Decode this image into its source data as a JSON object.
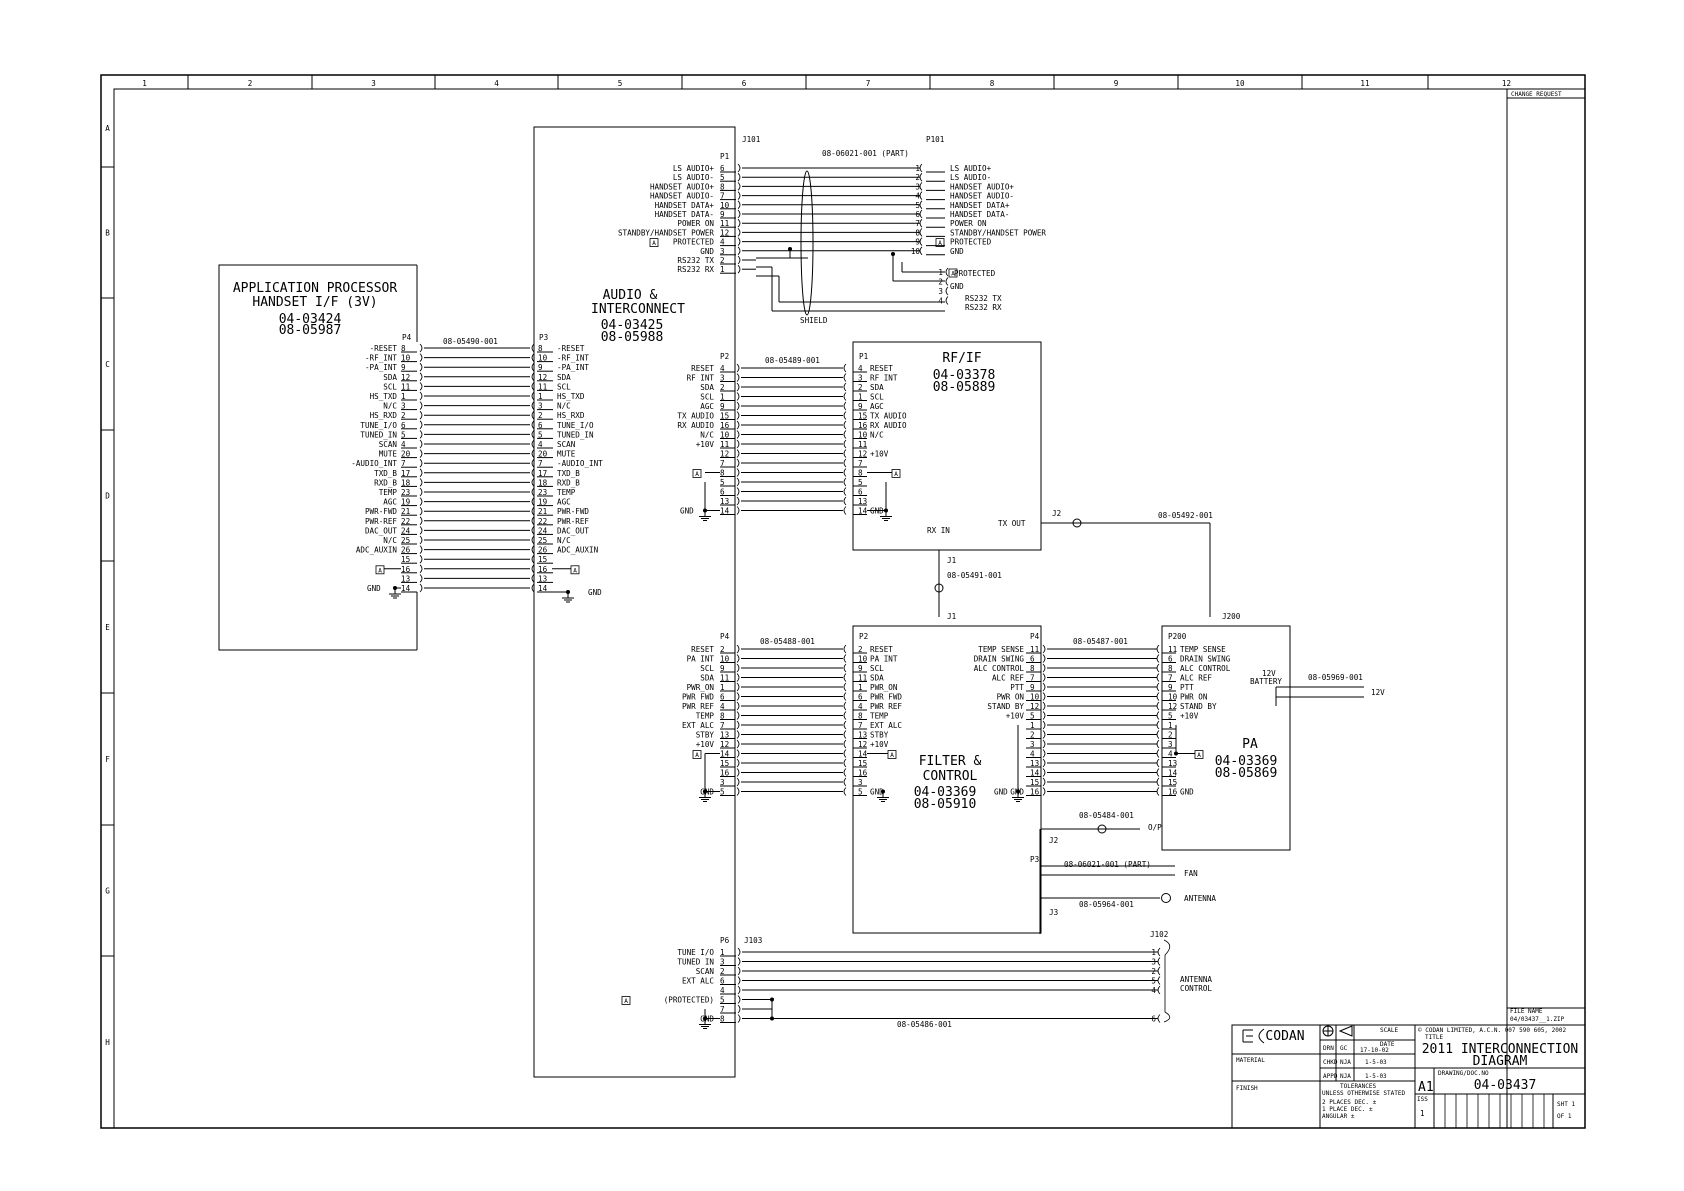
{
  "sheet": {
    "columns": [
      "1",
      "2",
      "3",
      "4",
      "5",
      "6",
      "7",
      "8",
      "9",
      "10",
      "11",
      "12"
    ],
    "rows": [
      "A",
      "B",
      "C",
      "D",
      "E",
      "F",
      "G",
      "H"
    ],
    "change_request": "CHANGE REQUEST",
    "file_name_label": "FILE NAME",
    "file_name": "04/03437__1.ZIP"
  },
  "blocks": {
    "app": {
      "line1": "APPLICATION PROCESSOR",
      "line2": "HANDSET I/F (3V)",
      "code1": "04-03424",
      "code2": "08-05987"
    },
    "audio": {
      "line1": "AUDIO &",
      "line2": "INTERCONNECT",
      "code1": "04-03425",
      "code2": "08-05988"
    },
    "rfif": {
      "line1": "RF/IF",
      "code1": "04-03378",
      "code2": "08-05889"
    },
    "filter": {
      "line1": "FILTER &",
      "line2": "CONTROL",
      "code1": "04-03369",
      "code2": "08-05910"
    },
    "pa": {
      "line1": "PA",
      "code1": "04-03369",
      "code2": "08-05869"
    }
  },
  "connectors": {
    "p4_app": "P4",
    "p3_audio": "P3",
    "p1_audio": "P1",
    "j101": "J101",
    "p101": "P101",
    "p2_audio": "P2",
    "p1_rf": "P1",
    "p4_audio": "P4",
    "p2_filter": "P2",
    "p4_filter": "P4",
    "p200": "P200",
    "p6": "P6",
    "j103": "J103",
    "j102": "J102",
    "j1_top": "J1",
    "j1_bot": "J1",
    "j2_rf": "J2",
    "j200": "J200",
    "j2_filter": "J2",
    "p3_filter": "P3",
    "j3": "J3",
    "rx_in": "RX IN",
    "tx_out": "TX OUT"
  },
  "cables": {
    "c490": "08-05490-001",
    "c489": "08-05489-001",
    "c488": "08-05488-001",
    "c487": "08-05487-001",
    "c492": "08-05492-001",
    "c491": "08-05491-001",
    "c484": "08-05484-001",
    "c621_part": "08-06021-001 (PART)",
    "c621_fan": "08-06021-001 (PART)",
    "c964": "08-05964-001",
    "c969": "08-05969-001",
    "c486": "08-05486-001"
  },
  "labels": {
    "shield": "SHIELD",
    "gnd": "GND",
    "a_marker": "A",
    "protected": "PROTECTED",
    "protected_paren": "(PROTECTED)",
    "plus10v": "+10V",
    "v12_battery1": "12V",
    "v12_battery2": "BATTERY",
    "v12": "12V",
    "op": "O/P",
    "fan": "FAN",
    "antenna": "ANTENNA",
    "antenna_control1": "ANTENNA",
    "antenna_control2": "CONTROL",
    "rs232_tx": "RS232 TX",
    "rs232_rx": "RS232 RX"
  },
  "p4_p3": [
    {
      "sig": "-RESET",
      "pin": "8"
    },
    {
      "sig": "-RF_INT",
      "pin": "10"
    },
    {
      "sig": "-PA_INT",
      "pin": "9"
    },
    {
      "sig": "SDA",
      "pin": "12"
    },
    {
      "sig": "SCL",
      "pin": "11"
    },
    {
      "sig": "HS_TXD",
      "pin": "1"
    },
    {
      "sig": "N/C",
      "pin": "3"
    },
    {
      "sig": "HS_RXD",
      "pin": "2"
    },
    {
      "sig": "TUNE_I/O",
      "pin": "6"
    },
    {
      "sig": "TUNED_IN",
      "pin": "5"
    },
    {
      "sig": "SCAN",
      "pin": "4"
    },
    {
      "sig": "MUTE",
      "pin": "20"
    },
    {
      "sig": "-AUDIO_INT",
      "pin": "7"
    },
    {
      "sig": "TXD_B",
      "pin": "17"
    },
    {
      "sig": "RXD_B",
      "pin": "18"
    },
    {
      "sig": "TEMP",
      "pin": "23"
    },
    {
      "sig": "AGC",
      "pin": "19"
    },
    {
      "sig": "PWR-FWD",
      "pin": "21"
    },
    {
      "sig": "PWR-REF",
      "pin": "22"
    },
    {
      "sig": "DAC_OUT",
      "pin": "24"
    },
    {
      "sig": "N/C",
      "pin": "25"
    },
    {
      "sig": "ADC_AUXIN",
      "pin": "26"
    },
    {
      "sig": "",
      "pin": "15"
    },
    {
      "sig": "",
      "pin": "16"
    },
    {
      "sig": "",
      "pin": "13"
    },
    {
      "sig": "",
      "pin": "14"
    }
  ],
  "p1_left": [
    {
      "sig": "LS AUDIO+",
      "pin": "6"
    },
    {
      "sig": "LS AUDIO-",
      "pin": "5"
    },
    {
      "sig": "HANDSET AUDIO+",
      "pin": "8"
    },
    {
      "sig": "HANDSET AUDIO-",
      "pin": "7"
    },
    {
      "sig": "HANDSET DATA+",
      "pin": "10"
    },
    {
      "sig": "HANDSET DATA-",
      "pin": "9"
    },
    {
      "sig": "POWER ON",
      "pin": "11"
    },
    {
      "sig": "STANDBY/HANDSET POWER",
      "pin": "12"
    },
    {
      "sig": "PROTECTED",
      "pin": "4"
    },
    {
      "sig": "GND",
      "pin": "3"
    },
    {
      "sig": "RS232 TX",
      "pin": "2"
    },
    {
      "sig": "RS232 RX",
      "pin": "1"
    }
  ],
  "p101_right": [
    {
      "sig": "LS AUDIO+",
      "pin": "1"
    },
    {
      "sig": "LS AUDIO-",
      "pin": "2"
    },
    {
      "sig": "HANDSET AUDIO+",
      "pin": "3"
    },
    {
      "sig": "HANDSET AUDIO-",
      "pin": "4"
    },
    {
      "sig": "HANDSET DATA+",
      "pin": "5"
    },
    {
      "sig": "HANDSET DATA-",
      "pin": "6"
    },
    {
      "sig": "POWER ON",
      "pin": "7"
    },
    {
      "sig": "STANDBY/HANDSET POWER",
      "pin": "8"
    },
    {
      "sig": "PROTECTED",
      "pin": "9"
    },
    {
      "sig": "GND",
      "pin": "10"
    }
  ],
  "p101_aux": [
    {
      "sig": "PROTECTED",
      "pin": "1"
    },
    {
      "sig": "GND",
      "pin": "2"
    },
    {
      "sig": "RS232 TX",
      "pin": "3"
    },
    {
      "sig": "RS232 RX",
      "pin": "4"
    }
  ],
  "p2_p1": [
    {
      "l": "RESET",
      "lp": "4",
      "rp": "4",
      "r": "RESET"
    },
    {
      "l": "RF INT",
      "lp": "3",
      "rp": "3",
      "r": "RF INT"
    },
    {
      "l": "SDA",
      "lp": "2",
      "rp": "2",
      "r": "SDA"
    },
    {
      "l": "SCL",
      "lp": "1",
      "rp": "1",
      "r": "SCL"
    },
    {
      "l": "AGC",
      "lp": "9",
      "rp": "9",
      "r": "AGC"
    },
    {
      "l": "TX AUDIO",
      "lp": "15",
      "rp": "15",
      "r": "TX AUDIO"
    },
    {
      "l": "RX AUDIO",
      "lp": "16",
      "rp": "16",
      "r": "RX AUDIO"
    },
    {
      "l": "N/C",
      "lp": "10",
      "rp": "10",
      "r": "N/C"
    },
    {
      "l": "+10V",
      "lp": "11",
      "rp": "11",
      "r": ""
    },
    {
      "l": "",
      "lp": "12",
      "rp": "12",
      "r": "+10V"
    },
    {
      "l": "",
      "lp": "7",
      "rp": "7",
      "r": ""
    },
    {
      "l": "",
      "lp": "8",
      "rp": "8",
      "r": ""
    },
    {
      "l": "",
      "lp": "5",
      "rp": "5",
      "r": ""
    },
    {
      "l": "",
      "lp": "6",
      "rp": "6",
      "r": ""
    },
    {
      "l": "",
      "lp": "13",
      "rp": "13",
      "r": ""
    },
    {
      "l": "",
      "lp": "14",
      "rp": "14",
      "r": "GND"
    }
  ],
  "p4_p2": [
    {
      "l": "RESET",
      "lp": "2",
      "rp": "2",
      "r": "RESET"
    },
    {
      "l": "PA INT",
      "lp": "10",
      "rp": "10",
      "r": "PA INT"
    },
    {
      "l": "SCL",
      "lp": "9",
      "rp": "9",
      "r": "SCL"
    },
    {
      "l": "SDA",
      "lp": "11",
      "rp": "11",
      "r": "SDA"
    },
    {
      "l": "PWR_ON",
      "lp": "1",
      "rp": "1",
      "r": "PWR_ON"
    },
    {
      "l": "PWR FWD",
      "lp": "6",
      "rp": "6",
      "r": "PWR FWD"
    },
    {
      "l": "PWR REF",
      "lp": "4",
      "rp": "4",
      "r": "PWR REF"
    },
    {
      "l": "TEMP",
      "lp": "8",
      "rp": "8",
      "r": "TEMP"
    },
    {
      "l": "EXT ALC",
      "lp": "7",
      "rp": "7",
      "r": "EXT ALC"
    },
    {
      "l": "STBY",
      "lp": "13",
      "rp": "13",
      "r": "STBY"
    },
    {
      "l": "+10V",
      "lp": "12",
      "rp": "12",
      "r": "+10V"
    },
    {
      "l": "",
      "lp": "14",
      "rp": "14",
      "r": ""
    },
    {
      "l": "",
      "lp": "15",
      "rp": "15",
      "r": ""
    },
    {
      "l": "",
      "lp": "16",
      "rp": "16",
      "r": ""
    },
    {
      "l": "",
      "lp": "3",
      "rp": "3",
      "r": ""
    },
    {
      "l": "GND",
      "lp": "5",
      "rp": "5",
      "r": "GND"
    }
  ],
  "p4_p200": [
    {
      "l": "TEMP SENSE",
      "lp": "11",
      "rp": "11",
      "r": "TEMP SENSE"
    },
    {
      "l": "DRAIN SWING",
      "lp": "6",
      "rp": "6",
      "r": "DRAIN SWING"
    },
    {
      "l": "ALC CONTROL",
      "lp": "8",
      "rp": "8",
      "r": "ALC CONTROL"
    },
    {
      "l": "ALC REF",
      "lp": "7",
      "rp": "7",
      "r": "ALC REF"
    },
    {
      "l": "PTT",
      "lp": "9",
      "rp": "9",
      "r": "PTT"
    },
    {
      "l": "PWR ON",
      "lp": "10",
      "rp": "10",
      "r": "PWR ON"
    },
    {
      "l": "STAND BY",
      "lp": "12",
      "rp": "12",
      "r": "STAND BY"
    },
    {
      "l": "+10V",
      "lp": "5",
      "rp": "5",
      "r": "+10V"
    },
    {
      "l": "",
      "lp": "1",
      "rp": "1",
      "r": ""
    },
    {
      "l": "",
      "lp": "2",
      "rp": "2",
      "r": ""
    },
    {
      "l": "",
      "lp": "3",
      "rp": "3",
      "r": ""
    },
    {
      "l": "",
      "lp": "4",
      "rp": "4",
      "r": ""
    },
    {
      "l": "",
      "lp": "13",
      "rp": "13",
      "r": ""
    },
    {
      "l": "",
      "lp": "14",
      "rp": "14",
      "r": ""
    },
    {
      "l": "",
      "lp": "15",
      "rp": "15",
      "r": ""
    },
    {
      "l": "GND",
      "lp": "16",
      "rp": "16",
      "r": "GND"
    }
  ],
  "p6_j102": [
    {
      "l": "TUNE I/O",
      "lp": "1",
      "rp": "1"
    },
    {
      "l": "TUNED IN",
      "lp": "3",
      "rp": "3"
    },
    {
      "l": "SCAN",
      "lp": "2",
      "rp": "2"
    },
    {
      "l": "EXT ALC",
      "lp": "6",
      "rp": "5"
    },
    {
      "l": "",
      "lp": "4",
      "rp": "4"
    },
    {
      "l": "(PROTECTED)",
      "lp": "5",
      "rp": ""
    },
    {
      "l": "",
      "lp": "7",
      "rp": ""
    },
    {
      "l": "GND",
      "lp": "8",
      "rp": "6"
    }
  ],
  "title_block": {
    "company": "CODAN",
    "drn": "DRN",
    "drn_by": "GC",
    "chkd": "CHKD",
    "chkd_by": "NJA",
    "appd": "APPD",
    "appd_by": "NJA",
    "scale": "SCALE",
    "date_label": "DATE",
    "date_drn": "17-10-02",
    "date_chkd": "1-5-03",
    "date_appd": "1-5-03",
    "material": "MATERIAL",
    "finish": "FINISH",
    "tolerances": "TOLERANCES",
    "unless": "UNLESS OTHERWISE STATED",
    "two_places": "2 PLACES DEC. ±",
    "one_place": "1 PLACE DEC. ±",
    "angular": "ANGULAR ±",
    "copyright": "© CODAN LIMITED,   A.C.N. 007 590 605, 2002",
    "title_label": "TITLE",
    "title1": "2011 INTERCONNECTION",
    "title2": "DIAGRAM",
    "size": "A1",
    "drawing_label": "DRAWING/DOC.NO",
    "drawing_no": "04-03437",
    "iss_label": "ISS",
    "iss": "1",
    "sht": "SHT 1",
    "of": "OF 1"
  }
}
